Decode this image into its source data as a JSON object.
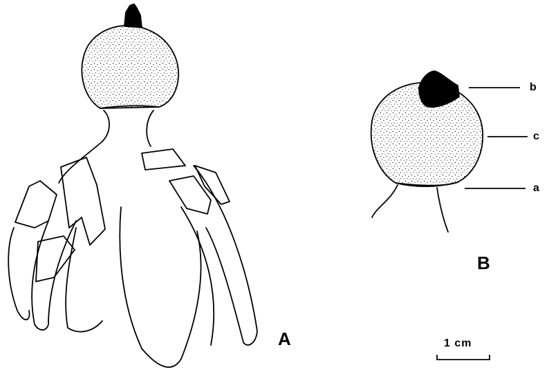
{
  "figure": {
    "panel_a_label": "A",
    "panel_b_label": "B",
    "callouts": {
      "b": "b",
      "c": "c",
      "a": "a"
    },
    "scale_bar": {
      "label": "1 cm"
    }
  },
  "colors": {
    "ink": "#000000",
    "paper": "#ffffff"
  }
}
